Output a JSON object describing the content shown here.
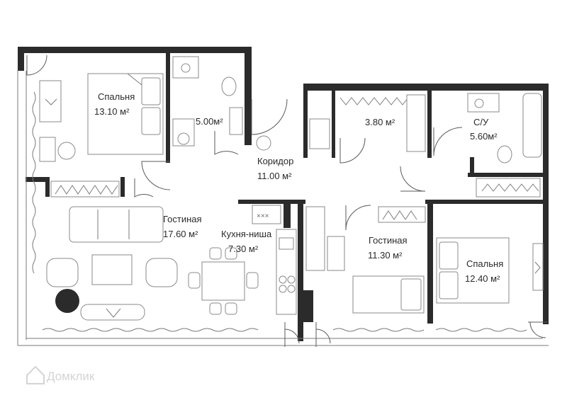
{
  "rooms": [
    {
      "id": "bedroom-1",
      "name": "Спальня",
      "area": "13.10 м²"
    },
    {
      "id": "bathroom-1",
      "name": "",
      "area": "5.00м²"
    },
    {
      "id": "corridor",
      "name": "Коридор",
      "area": "11.00 м²"
    },
    {
      "id": "wardrobe",
      "name": "",
      "area": "3.80 м²"
    },
    {
      "id": "bathroom-2",
      "name": "С/У",
      "area": "5.60м²"
    },
    {
      "id": "living-1",
      "name": "Гостиная",
      "area": "17.60 м²"
    },
    {
      "id": "kitchen",
      "name": "Кухня-ниша",
      "area": "7.30 м²"
    },
    {
      "id": "living-2",
      "name": "Гостиная",
      "area": "11.30 м²"
    },
    {
      "id": "bedroom-2",
      "name": "Спальня",
      "area": "12.40 м²"
    }
  ],
  "watermark": {
    "text": "Домклик",
    "icon": "house-logo-icon"
  },
  "colors": {
    "wall": "#2b2b2b",
    "line": "#7a7a7a",
    "fill": "#ffffff",
    "watermark": "#d4d4d4"
  }
}
